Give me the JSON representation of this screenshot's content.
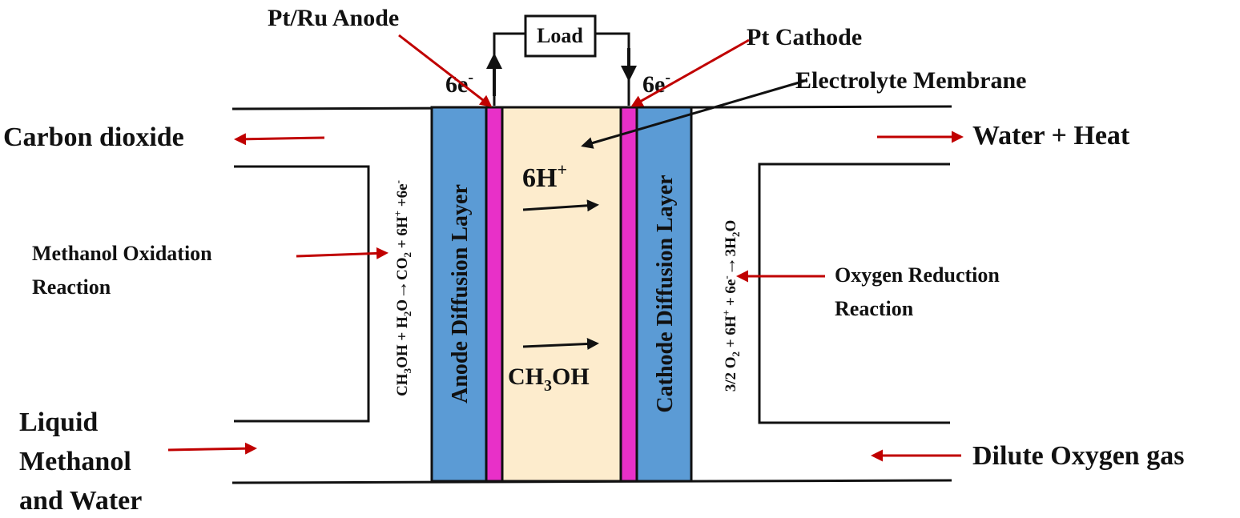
{
  "colors": {
    "diffusion_layer": "#5b9bd5",
    "catalyst_layer": "#e830c8",
    "membrane": "#fdeccd",
    "red_arrow": "#c00000",
    "outline": "#111111"
  },
  "labels": {
    "anode": "Pt/Ru Anode",
    "cathode": "Pt Cathode",
    "load": "Load",
    "electrons_left": "6e",
    "electrons_right": "6e",
    "electron_sup": "-",
    "membrane": "Electrolyte Membrane",
    "carbon_dioxide": "Carbon dioxide",
    "water_heat": "Water + Heat",
    "methanol_oxidation_line1": "Methanol Oxidation",
    "methanol_oxidation_line2": "Reaction",
    "oxygen_reduction_line1": "Oxygen Reduction",
    "oxygen_reduction_line2": "Reaction",
    "liquid_line1": "Liquid",
    "liquid_line2": "Methanol",
    "liquid_line3": "and Water",
    "dilute_oxygen": "Dilute Oxygen gas",
    "anode_diffusion": "Anode Diffusion Layer",
    "cathode_diffusion": "Cathode Diffusion Layer",
    "proton": "6H",
    "proton_sup": "+",
    "methanol_crossover": "CH",
    "methanol_crossover_sub": "3",
    "methanol_crossover_tail": "OH"
  },
  "equations": {
    "anode": {
      "p1": "CH",
      "s1": "3",
      "p2": "OH + H",
      "s2": "2",
      "p3": "O",
      "arrow": "→",
      "p4": "CO",
      "s3": "2",
      "p5": " + 6H",
      "sup1": "+",
      "p6": " +6e",
      "sup2": "-"
    },
    "cathode": {
      "p1": "3/2 O",
      "s1": "2",
      "p2": " + 6H",
      "sup1": "+",
      "p3": " + 6e",
      "sup2": "-",
      "arrow": "→",
      "p4": "3H",
      "s2": "2",
      "p5": "O"
    }
  }
}
